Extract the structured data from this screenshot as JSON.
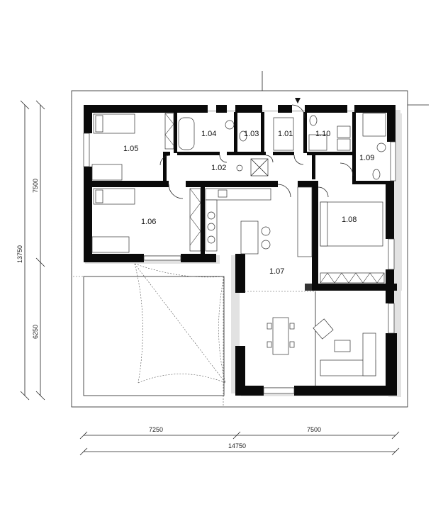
{
  "rooms": {
    "r101": "1.01",
    "r102": "1.02",
    "r103": "1.03",
    "r104": "1.04",
    "r105": "1.05",
    "r106": "1.06",
    "r107": "1.07",
    "r108": "1.08",
    "r109": "1.09",
    "r110": "1.10"
  },
  "dimensions": {
    "left_top": "7500",
    "left_bottom": "6250",
    "left_total": "13750",
    "bottom_left": "7250",
    "bottom_right": "7500",
    "bottom_total": "14750"
  }
}
